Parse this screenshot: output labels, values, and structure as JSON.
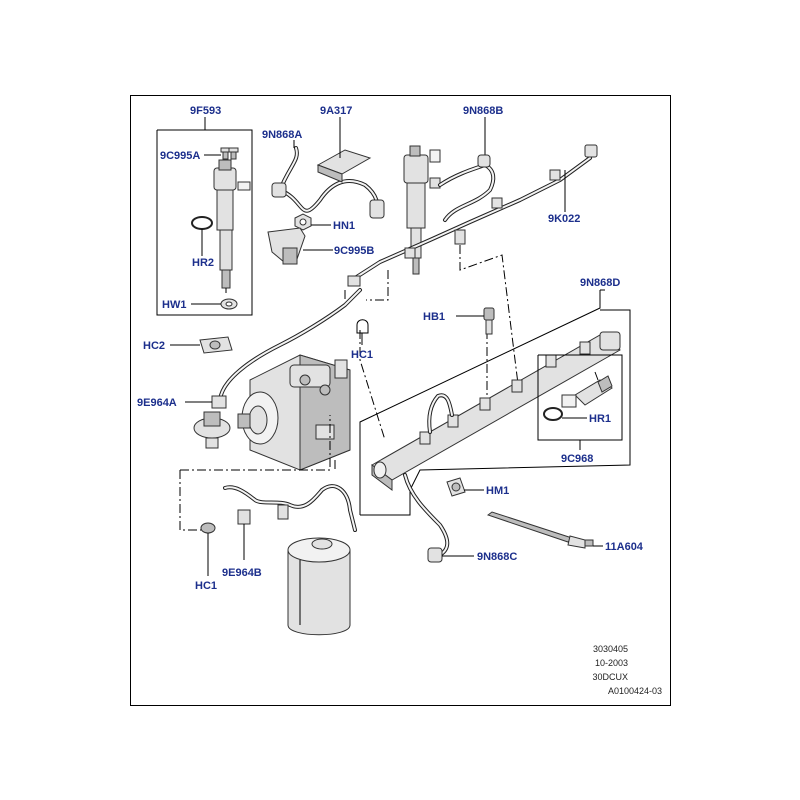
{
  "labels": {
    "9F593": "9F593",
    "9C995A": "9C995A",
    "HR2": "HR2",
    "HW1": "HW1",
    "9N868A": "9N868A",
    "9A317": "9A317",
    "HN1": "HN1",
    "9C995B": "9C995B",
    "9N868B": "9N868B",
    "9K022": "9K022",
    "9N868D": "9N868D",
    "HB1": "HB1",
    "HC1_top": "HC1",
    "HC2": "HC2",
    "9E964A": "9E964A",
    "HR1": "HR1",
    "9C968": "9C968",
    "HM1": "HM1",
    "9N868C": "9N868C",
    "11A604": "11A604",
    "9E964B": "9E964B",
    "HC1_bottom": "HC1"
  },
  "meta": {
    "line1": "3030405",
    "line2": "10-2003",
    "line3": "30DCUX",
    "line4": "A0100424-03"
  }
}
